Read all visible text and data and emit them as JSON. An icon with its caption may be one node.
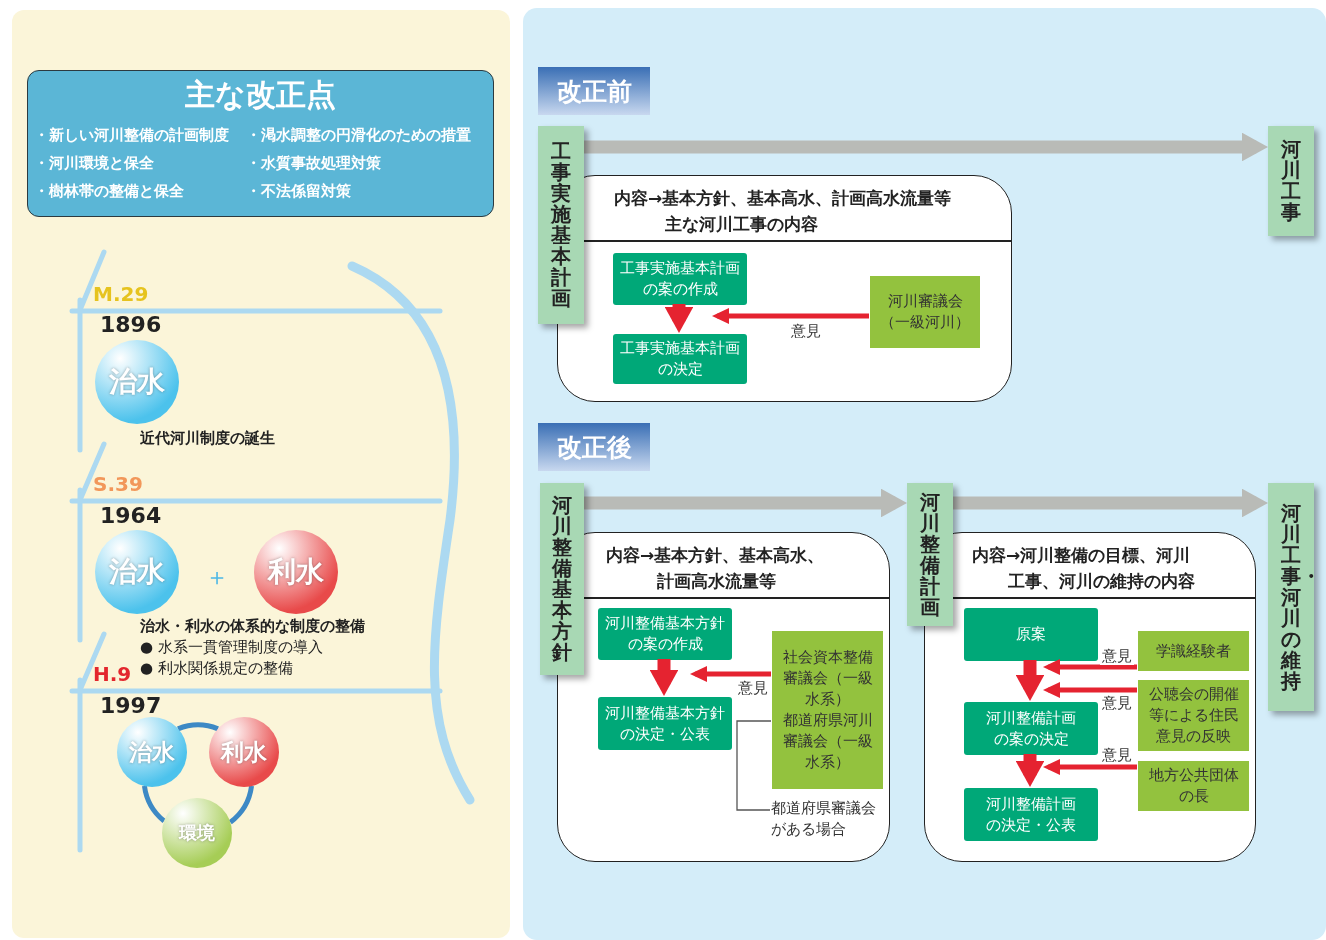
{
  "diagram": {
    "nodes": [
      {
        "text": [
          "主な改正点",
          "・新しい河川整備の計画制度",
          "・渇水調整の円滑化のための措置",
          "・河川環境と保全",
          "・水質事故処理対策",
          "・樹林帯の整備と保全",
          "・不法係留対策"
        ]
      },
      {
        "text": [
          "治水"
        ]
      },
      {
        "text": [
          "治水"
        ]
      },
      {
        "text": [
          "利水"
        ]
      },
      {
        "text": [
          "治水"
        ]
      },
      {
        "text": [
          "利水"
        ]
      },
      {
        "text": [
          "環境"
        ]
      },
      {
        "text": [
          "改正前"
        ]
      },
      {
        "text": [
          "工事実施基本計画"
        ]
      },
      {
        "text": [
          "河川工事"
        ]
      },
      {
        "text": [
          "内容→基本方針、基本高水、計画高水流量等主な河川工事の内容"
        ]
      },
      {
        "text": [
          "工事実施基本計画の案の作成"
        ],
        "in": 10
      },
      {
        "text": [
          "工事実施基本計画の決定"
        ],
        "in": 10
      },
      {
        "text": [
          "河川審議会（一級河川）"
        ],
        "in": 10
      },
      {
        "text": [
          "改正後"
        ]
      },
      {
        "text": [
          "河川整備基本方針"
        ]
      },
      {
        "text": [
          "河川整備計画"
        ]
      },
      {
        "text": [
          "河川工事・河川の維持"
        ]
      },
      {
        "text": [
          "内容→基本方針、基本高水、計画高水流量等"
        ]
      },
      {
        "text": [
          "河川整備基本方針の案の作成"
        ],
        "in": 18
      },
      {
        "text": [
          "河川整備基本方針の決定・公表"
        ],
        "in": 18
      },
      {
        "text": [
          "社会資本整備審議会（一級水系）",
          "都道府県河川審議会（一級水系）"
        ],
        "in": 18
      },
      {
        "text": [
          "都道府県審議会がある場合"
        ],
        "in": 18
      },
      {
        "text": [
          "内容→河川整備の目標、河川工事、河川の維持の内容"
        ]
      },
      {
        "text": [
          "原案"
        ],
        "in": 23
      },
      {
        "text": [
          "河川整備計画の案の決定"
        ],
        "in": 23
      },
      {
        "text": [
          "河川整備計画の決定・公表"
        ],
        "in": 23
      },
      {
        "text": [
          "学識経験者"
        ],
        "in": 23
      },
      {
        "text": [
          "公聴会の開催等による住民意見の反映"
        ],
        "in": 23
      },
      {
        "text": [
          "地方公共団体の長"
        ],
        "in": 23
      }
    ],
    "edges": [
      {
        "from": 4,
        "to": 5,
        "arrow": "none",
        "color": "#3d89c5"
      },
      {
        "from": 4,
        "to": 6,
        "arrow": "none",
        "color": "#3d89c5"
      },
      {
        "from": 5,
        "to": 6,
        "arrow": "none",
        "color": "#3d89c5"
      },
      {
        "from": 8,
        "to": 9,
        "arrow": "to",
        "style": "thick",
        "color": "#b9bbb7"
      },
      {
        "from": 11,
        "to": 12,
        "arrow": "to",
        "style": "thick"
      },
      {
        "from": 13,
        "to": 12,
        "arrow": "to",
        "label": "意見"
      },
      {
        "from": 15,
        "to": 16,
        "arrow": "to",
        "style": "thick",
        "color": "#b9bbb7"
      },
      {
        "from": 16,
        "to": 17,
        "arrow": "to",
        "style": "thick",
        "color": "#b9bbb7"
      },
      {
        "from": 19,
        "to": 20,
        "arrow": "to",
        "style": "thick"
      },
      {
        "from": 21,
        "to": 19,
        "arrow": "to",
        "label": "意見"
      },
      {
        "from": 22,
        "to": 21,
        "arrow": "none",
        "color": "#555555"
      },
      {
        "from": 24,
        "to": 25,
        "arrow": "to",
        "style": "thick"
      },
      {
        "from": 25,
        "to": 26,
        "arrow": "to",
        "style": "thick"
      },
      {
        "from": 27,
        "to": 24,
        "arrow": "to",
        "label": "意見"
      },
      {
        "from": 28,
        "to": 24,
        "arrow": "to",
        "label": "意見"
      },
      {
        "from": 29,
        "to": 25,
        "arrow": "to",
        "label": "意見"
      }
    ],
    "labels": [
      "M.29",
      "1896",
      "近代河川制度の誕生",
      "S.39",
      "1964",
      "＋",
      "治水・利水の体系的な制度の整備",
      "● 水系一貫管理制度の導入",
      "● 利水関係規定の整備",
      "H.9",
      "1997"
    ]
  }
}
